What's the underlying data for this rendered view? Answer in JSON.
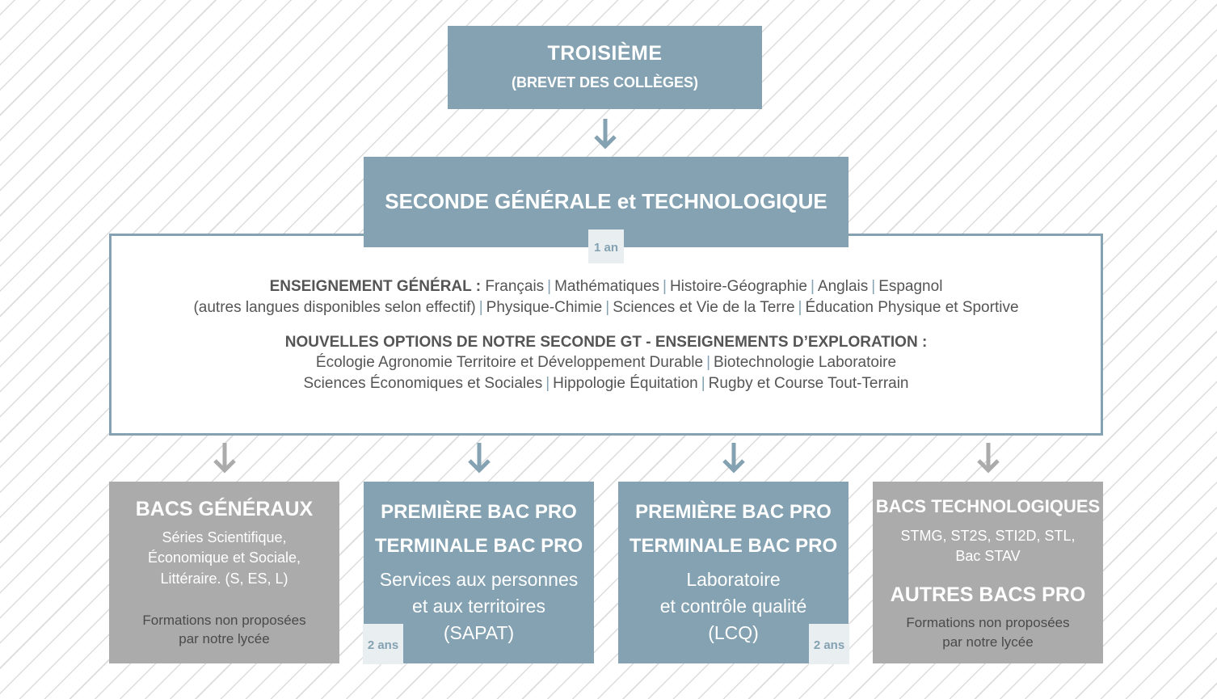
{
  "troisieme": {
    "title": "TROISIÈME",
    "subtitle": "(BREVET DES COLLÈGES)"
  },
  "seconde": {
    "title": "SECONDE GÉNÉRALE et TECHNOLOGIQUE",
    "duration": "1 an"
  },
  "enseignement_general": {
    "label": "ENSEIGNEMENT GÉNÉRAL :",
    "line1": [
      "Français",
      "Mathématiques",
      "Histoire-Géographie",
      "Anglais",
      "Espagnol"
    ],
    "line2": [
      "(autres langues disponibles selon effectif)",
      "Physique-Chimie",
      "Sciences et Vie de la Terre",
      "Éducation Physique et Sportive"
    ]
  },
  "options": {
    "label": "NOUVELLES OPTIONS DE NOTRE SECONDE GT - ENSEIGNEMENTS D’EXPLORATION :",
    "line1": [
      "Écologie Agronomie Territoire et Développement Durable",
      "Biotechnologie Laboratoire"
    ],
    "line2": [
      "Sciences Économiques et Sociales",
      "Hippologie Équitation",
      "Rugby et Course Tout-Terrain"
    ]
  },
  "bacs_generaux": {
    "title": "BACS GÉNÉRAUX",
    "desc": [
      "Séries Scientifique,",
      "Économique et Sociale,",
      "Littéraire. (S, ES, L)"
    ],
    "note": [
      "Formations non proposées",
      "par notre lycée"
    ]
  },
  "sapat": {
    "title1": "PREMIÈRE BAC PRO",
    "title2": "TERMINALE BAC PRO",
    "desc": [
      "Services aux personnes",
      "et aux territoires",
      "(SAPAT)"
    ],
    "duration": "2 ans"
  },
  "lcq": {
    "title1": "PREMIÈRE BAC PRO",
    "title2": "TERMINALE BAC PRO",
    "desc": [
      "Laboratoire",
      "et contrôle qualité",
      "(LCQ)"
    ],
    "duration": "2 ans"
  },
  "bacs_techno": {
    "title": "BACS TECHNOLOGIQUES",
    "desc": [
      "STMG, ST2S, STI2D, STL,",
      "Bac STAV"
    ],
    "title2": "AUTRES BACS PRO",
    "note": [
      "Formations non proposées",
      "par notre lycée"
    ]
  },
  "colors": {
    "blue": "#84a2b1",
    "gray": "#ababab",
    "text": "#555555"
  }
}
